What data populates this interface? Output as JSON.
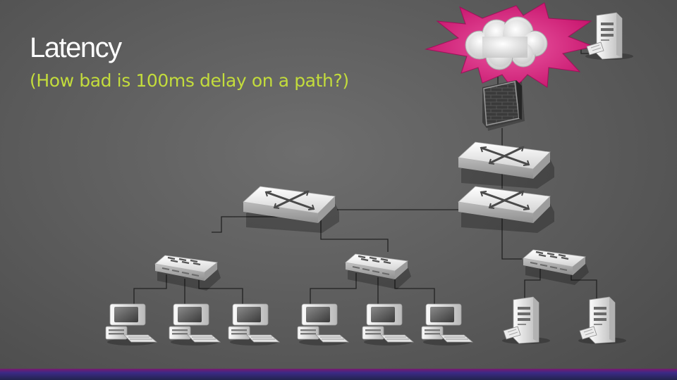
{
  "slide": {
    "title": "Latency",
    "subtitle": "(How bad is 100ms delay on a path?)"
  },
  "diagram": {
    "nodes": [
      {
        "id": "internet",
        "icon": "cloud-icon"
      },
      {
        "id": "remote-server",
        "icon": "server-icon"
      },
      {
        "id": "firewall",
        "icon": "firewall-icon"
      },
      {
        "id": "core-router",
        "icon": "router-icon"
      },
      {
        "id": "distribution-router-right",
        "icon": "router-icon"
      },
      {
        "id": "distribution-router-left",
        "icon": "router-icon"
      },
      {
        "id": "access-switch-1",
        "icon": "switch-icon"
      },
      {
        "id": "access-switch-2",
        "icon": "switch-icon"
      },
      {
        "id": "server-switch",
        "icon": "switch-icon"
      },
      {
        "id": "workstation-1",
        "icon": "workstation-icon"
      },
      {
        "id": "workstation-2",
        "icon": "workstation-icon"
      },
      {
        "id": "workstation-3",
        "icon": "workstation-icon"
      },
      {
        "id": "workstation-4",
        "icon": "workstation-icon"
      },
      {
        "id": "workstation-5",
        "icon": "workstation-icon"
      },
      {
        "id": "workstation-6",
        "icon": "workstation-icon"
      },
      {
        "id": "server-1",
        "icon": "server-icon"
      },
      {
        "id": "server-2",
        "icon": "server-icon"
      }
    ],
    "colors": {
      "background": "#5e5e5e",
      "title": "#ffffff",
      "subtitle": "#c3dc3c",
      "burst": "#d6257c",
      "link": "#222222"
    }
  }
}
